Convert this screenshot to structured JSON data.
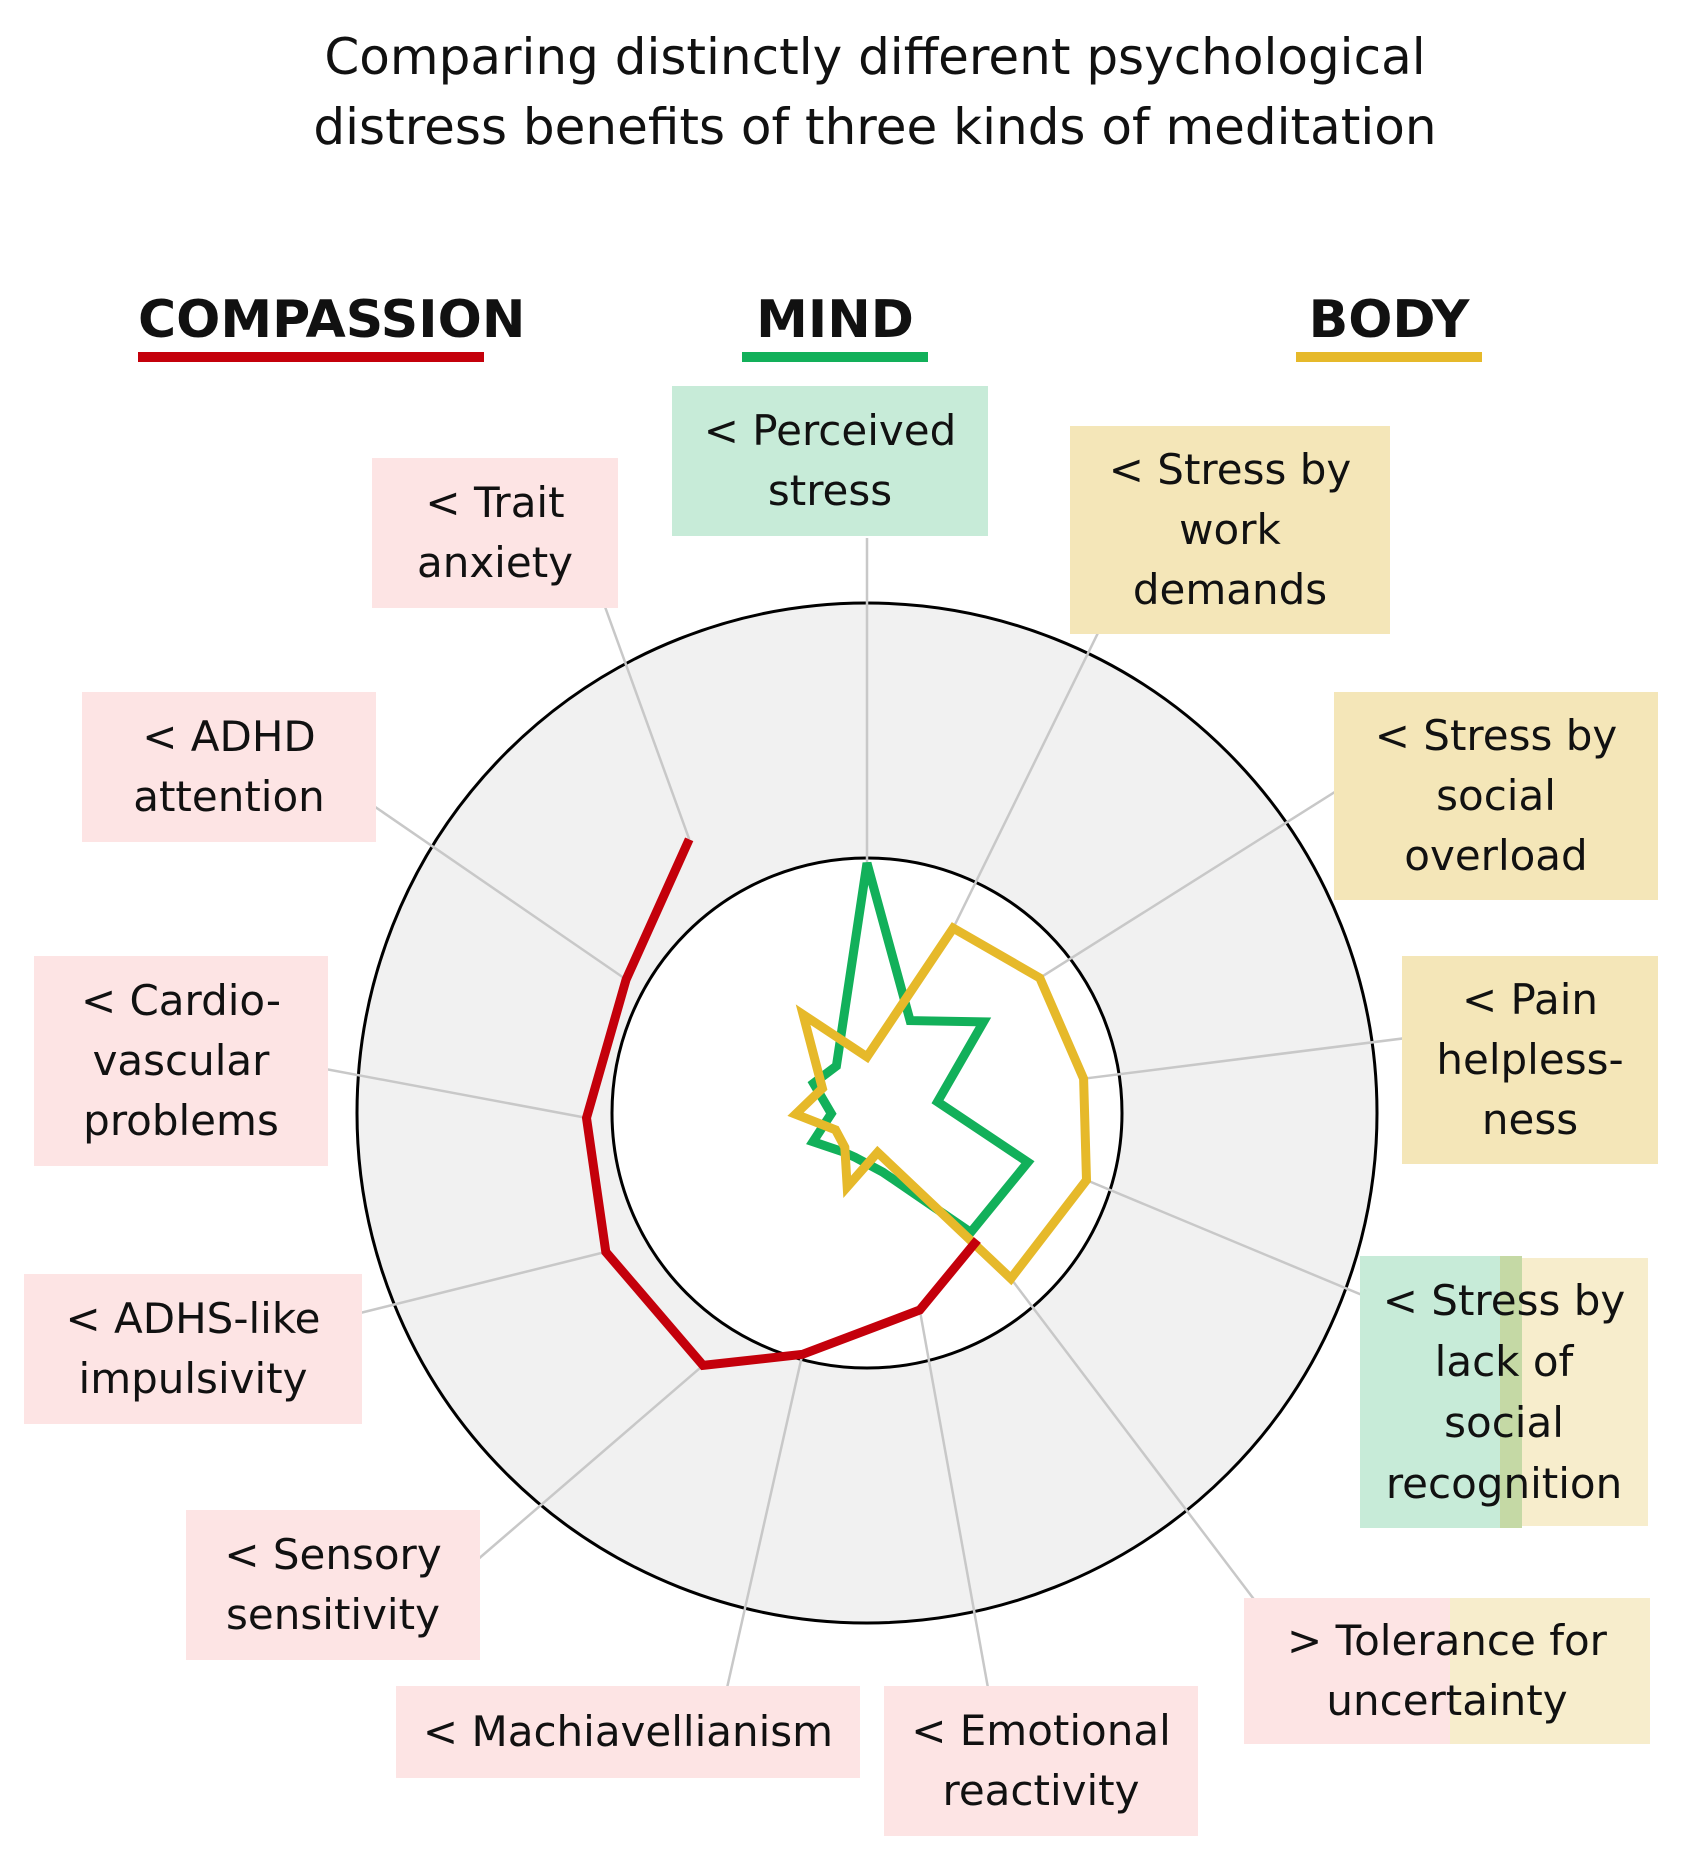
{
  "title_lines": [
    "Comparing distinctly different psychological",
    "distress benefits of three kinds of meditation"
  ],
  "legend": [
    {
      "label": "COMPASSION",
      "color": "#c4000b"
    },
    {
      "label": "MIND",
      "color": "#12b05a"
    },
    {
      "label": "BODY",
      "color": "#e6b92a"
    }
  ],
  "colors": {
    "compassion": "#c4000b",
    "mind": "#12b05a",
    "body": "#e6b92a",
    "ring": "#f1f1f1",
    "leader": "#c8c8c8"
  },
  "labels": {
    "perceived_stress": [
      "< Perceived",
      "stress"
    ],
    "stress_work": [
      "< Stress by",
      "work",
      "demands"
    ],
    "stress_social_overload": [
      "< Stress by",
      "social",
      "overload"
    ],
    "pain_helplessness": [
      "< Pain",
      "helpless-",
      "ness"
    ],
    "stress_recognition": [
      "< Stress by",
      "lack of",
      "social",
      "recognition"
    ],
    "tolerance_uncertainty": [
      "> Tolerance for",
      "uncertainty"
    ],
    "emotional_reactivity": [
      "< Emotional",
      "reactivity"
    ],
    "machiavellianism": [
      "< Machiavellianism"
    ],
    "sensory_sensitivity": [
      "< Sensory",
      "sensitivity"
    ],
    "adhs_impulsivity": [
      "< ADHS-like",
      "impulsivity"
    ],
    "cardio": [
      "< Cardio-",
      "vascular",
      "problems"
    ],
    "adhd_attention": [
      "< ADHD",
      "attention"
    ],
    "trait_anxiety": [
      "< Trait",
      "anxiety"
    ]
  },
  "chart_data": {
    "type": "radar",
    "axes": [
      "Perceived stress",
      "Stress by work demands",
      "Stress by social overload",
      "Pain helplessness",
      "Stress by lack of social recognition",
      "Tolerance for uncertainty",
      "Emotional reactivity",
      "Machiavellianism",
      "Sensory sensitivity",
      "ADHS-like impulsivity",
      "Cardio-vascular problems",
      "ADHD attention",
      "Trait anxiety"
    ],
    "series": [
      {
        "name": "MIND",
        "color": "#12b05a",
        "values": [
          0.49,
          0.2,
          0.29,
          0.14,
          0.33,
          0.31,
          0.12,
          0.09,
          0.09,
          0.12,
          0.07,
          0.12,
          0.11
        ]
      },
      {
        "name": "BODY",
        "color": "#e6b92a",
        "values": [
          0.11,
          0.4,
          0.43,
          0.43,
          0.45,
          0.43,
          0.08,
          0.15,
          0.08,
          0.07,
          0.14,
          0.1,
          0.23
        ]
      },
      {
        "name": "COMPASSION",
        "color": "#c4000b",
        "values": [
          null,
          null,
          null,
          null,
          null,
          0.33,
          0.4,
          0.49,
          0.59,
          0.58,
          0.55,
          0.54,
          0.64
        ]
      }
    ],
    "inner_circle": 0.5,
    "outer_circle": 1.0
  }
}
